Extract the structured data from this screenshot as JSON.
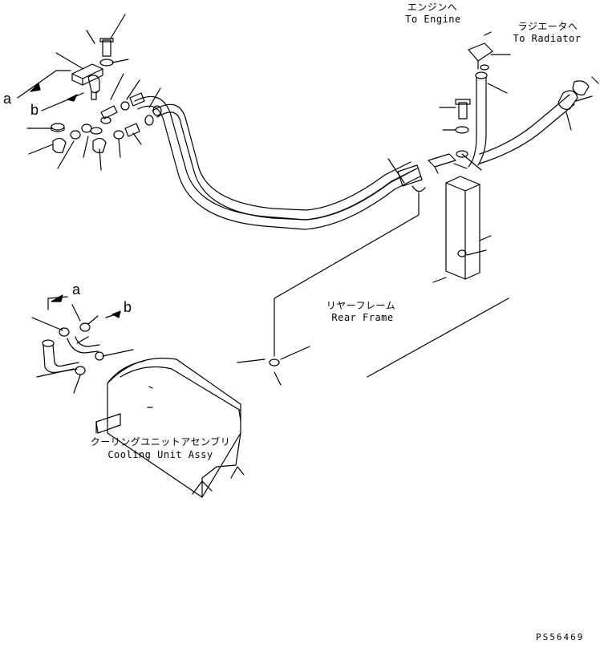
{
  "labels": {
    "to_engine_jp": "エンジンへ",
    "to_engine_en": "To Engine",
    "to_radiator_jp": "ラジエータへ",
    "to_radiator_en": "To Radiator",
    "rear_frame_jp": "リヤーフレーム",
    "rear_frame_en": "Rear Frame",
    "cooling_unit_jp": "クーリングユニットアセンブリ",
    "cooling_unit_en": "Cooling Unit Assy",
    "ref_a": "a",
    "ref_b": "b",
    "drawing_code": "PS56469"
  }
}
